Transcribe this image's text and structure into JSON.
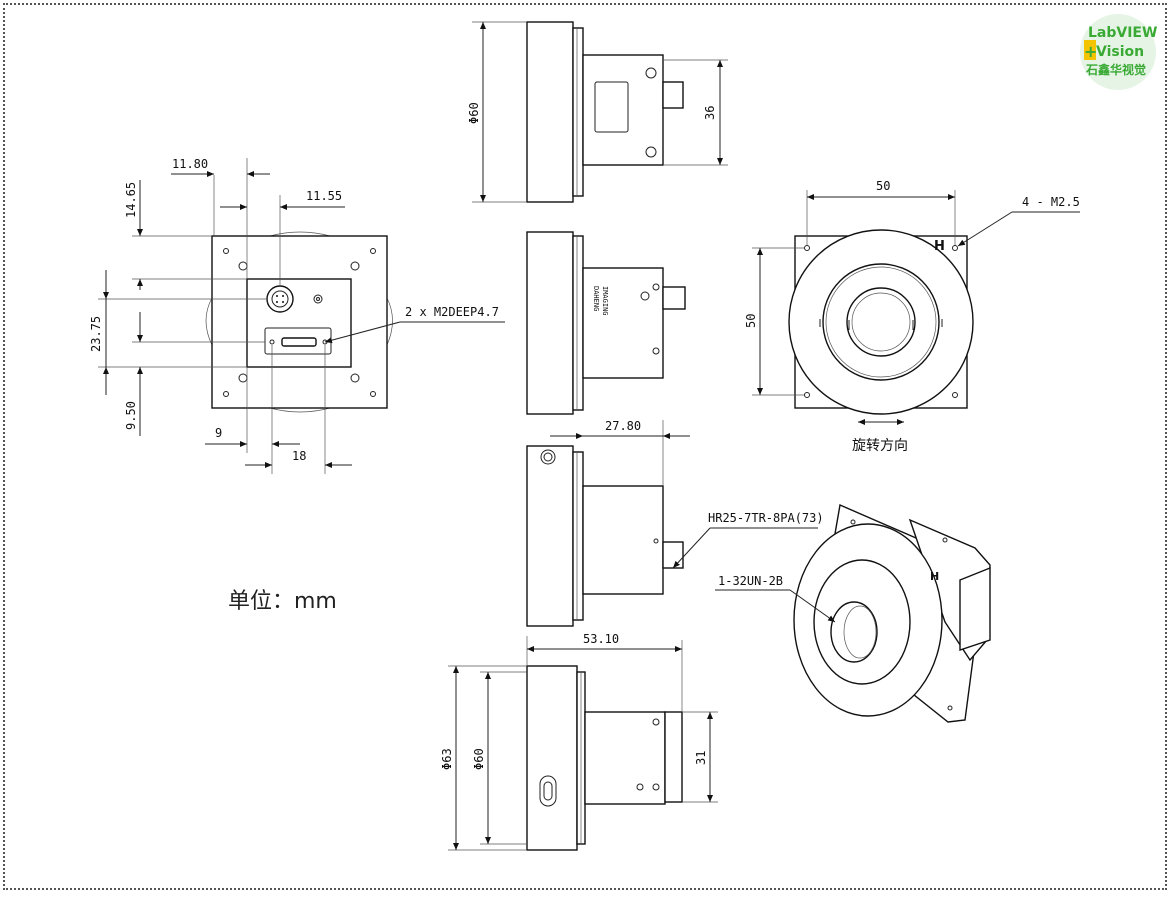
{
  "logo": {
    "line1": "LabVIEW",
    "line2": "Vision",
    "line3": "石鑫华视觉"
  },
  "unit_label": "单位：mm",
  "rotation_label": "旋转方向",
  "dimensions": {
    "d_11_80": "11.80",
    "d_11_55": "11.55",
    "d_14_65": "14.65",
    "d_23_75": "23.75",
    "d_9_50": "9.50",
    "d_9": "9",
    "d_18": "18",
    "d_phi60_top": "Φ60",
    "d_36": "36",
    "d_50_h": "50",
    "d_50_v": "50",
    "d_27_80": "27.80",
    "d_53_10": "53.10",
    "d_phi63": "Φ63",
    "d_phi60_bottom": "Φ60",
    "d_31": "31"
  },
  "callouts": {
    "holes_front": "2 x M2DEEP4.7",
    "holes_rear": "4 - M2.5",
    "connector": "HR25-7TR-8PA(73)",
    "thread": "1-32UN-2B",
    "h_mark": "H",
    "brand_a": "DAHENG",
    "brand_b": "IMAGING"
  }
}
